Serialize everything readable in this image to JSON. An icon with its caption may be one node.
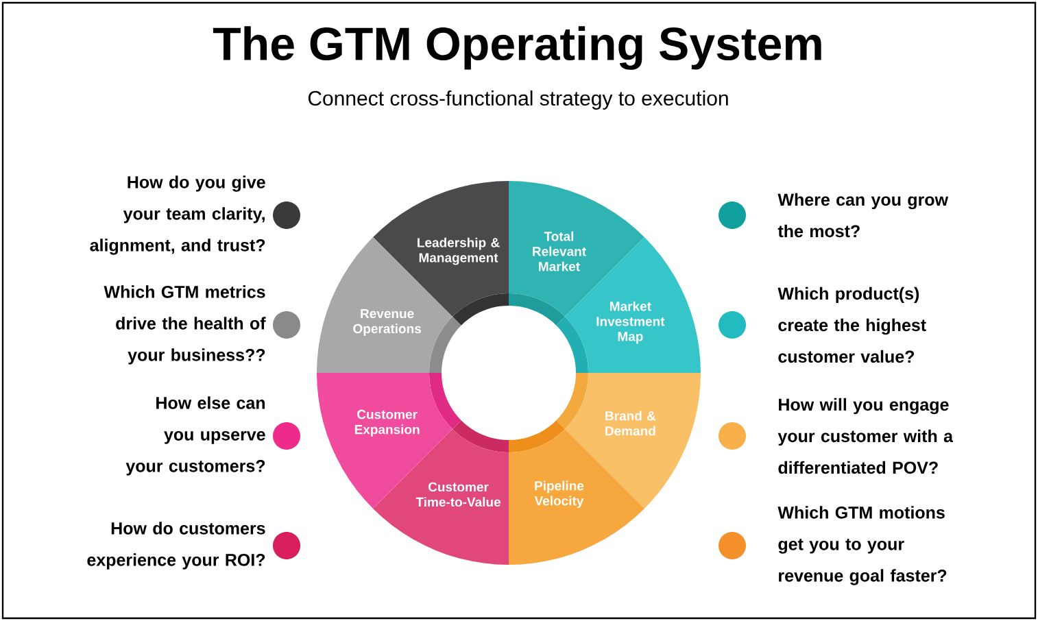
{
  "diagram": {
    "title": "The GTM Operating System",
    "nodes": [
      {
        "text": [
          "Leadership & Management"
        ]
      },
      {
        "text": [
          "Total Relevant Market"
        ]
      },
      {
        "text": [
          "Market Investment Map"
        ]
      },
      {
        "text": [
          "Brand & Demand"
        ]
      },
      {
        "text": [
          "Pipeline Velocity"
        ]
      },
      {
        "text": [
          "Customer Time-to-Value"
        ]
      },
      {
        "text": [
          "Customer Expansion"
        ]
      },
      {
        "text": [
          "Revenue Operations"
        ]
      }
    ],
    "edges": [],
    "labels": [
      "Connect cross-functional strategy to execution",
      "How do you give your team clarity, alignment, and trust?",
      "Where can you grow the most?",
      "Which GTM metrics drive the health of your business??",
      "Which product(s) create the highest customer value?",
      "How else can you upserve your customers?",
      "How will you engage your customer with a differentiated POV?",
      "How do customers experience your ROI?",
      "Which GTM motions get you to your revenue goal faster?"
    ]
  }
}
